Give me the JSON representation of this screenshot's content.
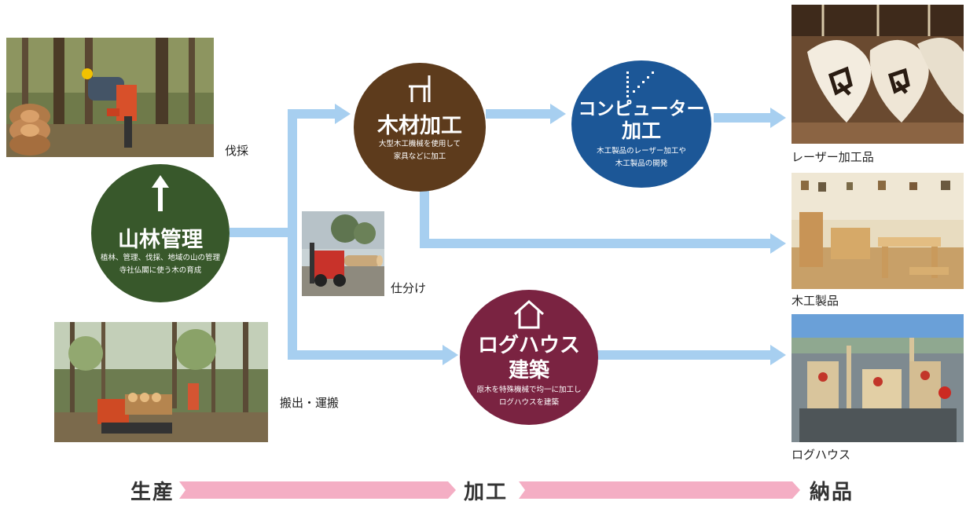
{
  "nodes": {
    "forest": {
      "title": "山林管理",
      "sub1": "植林、管理、伐採、地域の山の管理",
      "sub2": "寺社仏閣に使う木の育成",
      "color": "#38582b"
    },
    "wood": {
      "title": "木材加工",
      "sub1": "大型木工機械を使用して",
      "sub2": "家具などに加工",
      "color": "#5d3b1c"
    },
    "computer": {
      "title1": "コンピューター",
      "title2": "加工",
      "sub1": "木工製品のレーザー加工や",
      "sub2": "木工製品の開発",
      "color": "#1c5797"
    },
    "loghouse": {
      "title1": "ログハウス",
      "title2": "建築",
      "sub1": "原木を特殊機械で均一に加工し",
      "sub2": "ログハウスを建築",
      "color": "#7a2341"
    }
  },
  "captions": {
    "felling": "伐採",
    "sorting": "仕分け",
    "transport": "搬出・運搬",
    "laser": "レーザー加工品",
    "woodwork": "木工製品",
    "loghouse": "ログハウス"
  },
  "stages": [
    "生産",
    "加工",
    "納品"
  ],
  "colors": {
    "arrow": "#a7cff0",
    "stage_arrow": "#f4aec4"
  },
  "icons": [
    "up-arrow-icon",
    "chair-icon",
    "laser-beam-icon",
    "house-icon"
  ]
}
